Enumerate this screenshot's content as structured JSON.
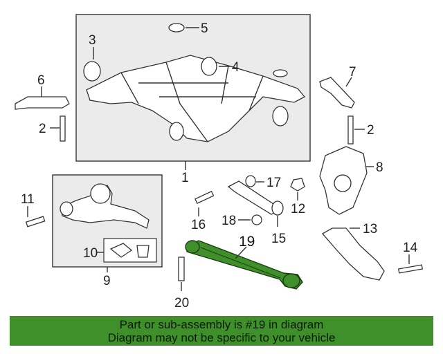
{
  "callouts": {
    "n1": "1",
    "n2a": "2",
    "n2b": "2",
    "n3": "3",
    "n4": "4",
    "n5": "5",
    "n6": "6",
    "n7": "7",
    "n8": "8",
    "n9": "9",
    "n10": "10",
    "n11": "11",
    "n12": "12",
    "n13": "13",
    "n14": "14",
    "n15": "15",
    "n16": "16",
    "n17": "17",
    "n18": "18",
    "n19": "19",
    "n20": "20"
  },
  "highlight_color": "#3f8f2a",
  "banner": {
    "line1": "Part or sub-assembly is #19 in diagram",
    "line2": "Diagram may not be specific to your vehicle"
  }
}
